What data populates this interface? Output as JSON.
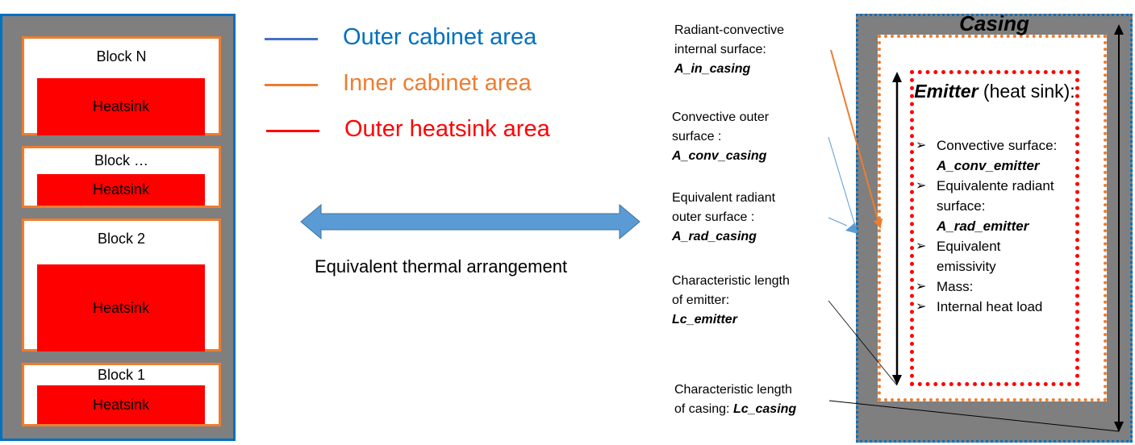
{
  "cabinet": {
    "blocks": [
      {
        "label": "Block N",
        "heatsink": "Heatsink"
      },
      {
        "label": "Block …",
        "heatsink": "Heatsink"
      },
      {
        "label": "Block 2",
        "heatsink": "Heatsink"
      },
      {
        "label": "Block 1",
        "heatsink": "Heatsink"
      }
    ]
  },
  "legend": {
    "items": [
      {
        "label": "Outer cabinet area",
        "color": "#0070c0",
        "line_color": "#4472c4"
      },
      {
        "label": "Inner cabinet area",
        "color": "#ed7d31",
        "line_color": "#ed7d31"
      },
      {
        "label": "Outer heatsink area",
        "color": "#ff0000",
        "line_color": "#ff0000"
      }
    ]
  },
  "arrangement": {
    "label": "Equivalent thermal arrangement",
    "arrow_color": "#5b9bd5"
  },
  "annotations": {
    "in_casing": {
      "text1": "Radiant-convective",
      "text2": "internal surface:",
      "symbol": "A_in_casing"
    },
    "conv_casing": {
      "text1": "Convective outer",
      "text2": "surface :",
      "symbol": "A_conv_casing"
    },
    "rad_casing": {
      "text1": "Equivalent radiant",
      "text2": "outer surface :",
      "symbol": "A_rad_casing"
    },
    "lc_emitter": {
      "text1": "Characteristic length",
      "text2": "of emitter:",
      "symbol": "Lc_emitter"
    },
    "lc_casing": {
      "text1": "Characteristic length",
      "text2": "of casing: ",
      "symbol": "Lc_casing"
    }
  },
  "casing": {
    "title": "Casing",
    "emitter_title_bold": "Emitter",
    "emitter_title_rest": " (heat sink):",
    "items": [
      {
        "text": "Convective surface:",
        "symbol": "A_conv_emitter"
      },
      {
        "text": "Equivalente radiant surface:",
        "symbol": "A_rad_emitter"
      },
      {
        "text": "Equivalent emissivity",
        "symbol": ""
      },
      {
        "text": "Mass:",
        "symbol": ""
      },
      {
        "text": "Internal heat load",
        "symbol": ""
      }
    ],
    "bullet": "➢"
  }
}
